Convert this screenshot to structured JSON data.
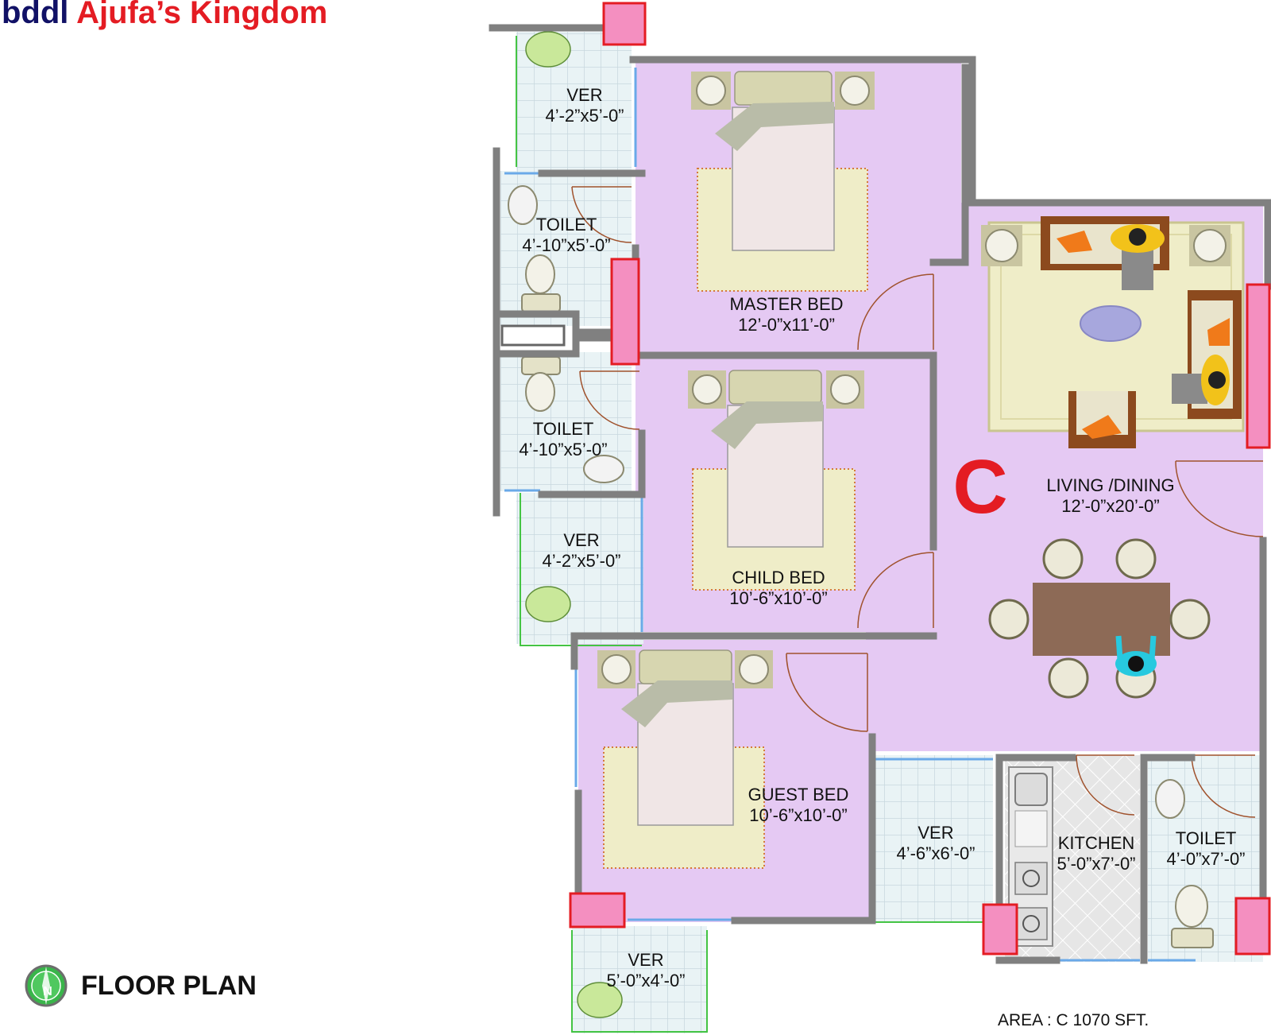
{
  "brand": {
    "prefix": "bddl",
    "name": "Ajufa’s Kingdom"
  },
  "unit_letter": "C",
  "rooms": [
    {
      "id": "ver-top",
      "name": "VER",
      "size": "4’-2”x5’-0”"
    },
    {
      "id": "toilet-1",
      "name": "TOILET",
      "size": "4’-10”x5’-0”"
    },
    {
      "id": "toilet-2",
      "name": "TOILET",
      "size": "4’-10”x5’-0”"
    },
    {
      "id": "ver-left",
      "name": "VER",
      "size": "4’-2”x5’-0”"
    },
    {
      "id": "master-bed",
      "name": "MASTER BED",
      "size": "12’-0”x11’-0”"
    },
    {
      "id": "child-bed",
      "name": "CHILD BED",
      "size": "10’-6”x10’-0”"
    },
    {
      "id": "guest-bed",
      "name": "GUEST BED",
      "size": "10’-6”x10’-0”"
    },
    {
      "id": "living-dining",
      "name": "LIVING /DINING",
      "size": "12’-0”x20’-0”"
    },
    {
      "id": "ver-mid",
      "name": "VER",
      "size": "4’-6”x6’-0”"
    },
    {
      "id": "kitchen",
      "name": "KITCHEN",
      "size": "5’-0”x7’-0”"
    },
    {
      "id": "toilet-3",
      "name": "TOILET",
      "size": "4’-0”x7’-0”"
    },
    {
      "id": "ver-bottom",
      "name": "VER",
      "size": "5’-0”x4’-0”"
    }
  ],
  "legend": {
    "title": "FLOOR PLAN",
    "compass_letter": "N"
  },
  "area_text": "AREA : C 1070 SFT.",
  "colors": {
    "room_fill": "#e5c9f3",
    "wall": "#808080",
    "column": "#f48fc0",
    "column_border": "#e41c23",
    "tile_fill": "#e9f3f5",
    "tile_grid": "#c7d8de",
    "rug": "#efedc8",
    "accent_red": "#e41c23",
    "brand_blue": "#111166"
  }
}
